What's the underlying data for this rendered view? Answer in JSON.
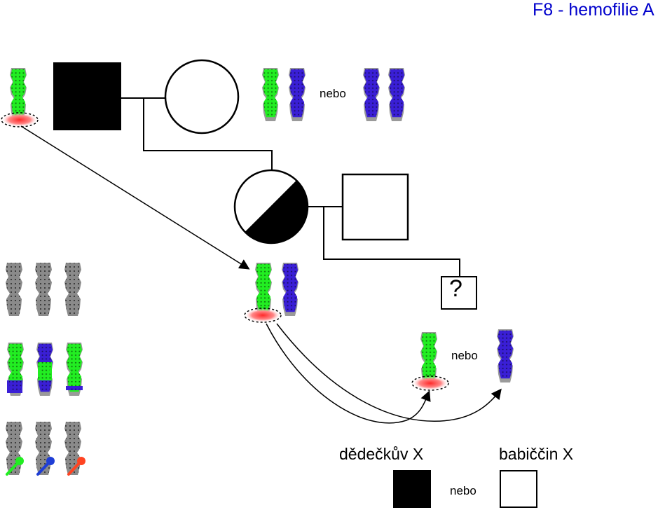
{
  "title": "F8 - hemofilie A",
  "nebo_label": "nebo",
  "question_mark": "?",
  "legend": {
    "grandfather_x_label": "dědečkův X",
    "grandmother_x_label": "babiččin X",
    "nebo_label": "nebo"
  },
  "colors": {
    "title": "#0000cc",
    "chrom_green": "#22ee22",
    "chrom_blue": "#3a1fd6",
    "chrom_gray": "#9a9a9a",
    "mutation_red": "#ff3030",
    "crossover_orange": "#ff4422"
  }
}
